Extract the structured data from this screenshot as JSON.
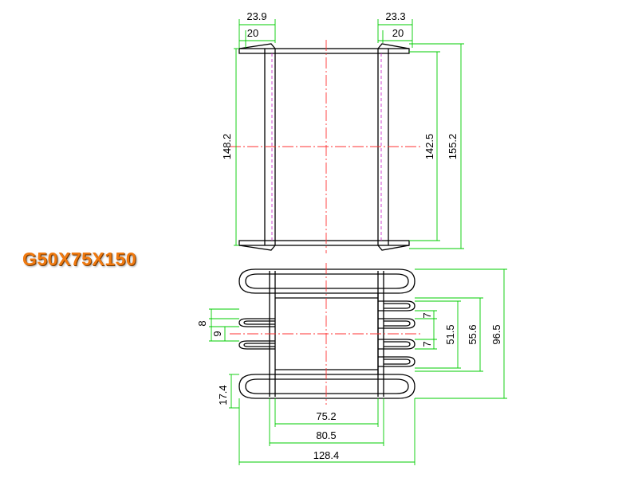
{
  "title": "G50X75X150",
  "colors": {
    "outline": "#000000",
    "dimension": "#00cc00",
    "centerline": "#ff3333",
    "hidden": "#cc33cc",
    "title": "#f07a10",
    "background": "#ffffff"
  },
  "top_view": {
    "dims": {
      "flange_left_outer": "23.9",
      "flange_left_inner": "20",
      "flange_right_outer": "23.3",
      "flange_right_inner": "20",
      "left_height": "148.2",
      "window_height": "142.5",
      "total_height": "155.2"
    }
  },
  "front_view": {
    "dims": {
      "pin_height_a": "8",
      "pin_gap": "9",
      "bottom_offset": "17.4",
      "slot_right_top": "7",
      "slot_right_bottom": "7",
      "window_height": "51.5",
      "core_height": "55.6",
      "total_height": "96.5",
      "inner_width": "75.2",
      "core_width": "80.5",
      "total_width": "128.4"
    }
  }
}
